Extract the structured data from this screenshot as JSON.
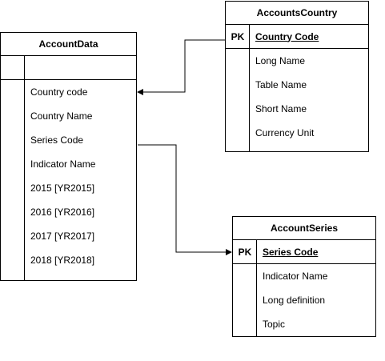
{
  "entities": {
    "account_data": {
      "title": "AccountData",
      "fields": [
        "Country code",
        "Country Name",
        "Series Code",
        "Indicator Name",
        "2015 [YR2015]",
        "2016 [YR2016]",
        "2017 [YR2017]",
        "2018 [YR2018]"
      ]
    },
    "accounts_country": {
      "title": "AccountsCountry",
      "pk_label": "PK",
      "pk_field": "Country Code",
      "fields": [
        "Long Name",
        "Table Name",
        "Short Name",
        "Currency Unit"
      ]
    },
    "account_series": {
      "title": "AccountSeries",
      "pk_label": "PK",
      "pk_field": "Series Code",
      "fields": [
        "Indicator Name",
        "Long definition",
        "Topic"
      ]
    }
  }
}
